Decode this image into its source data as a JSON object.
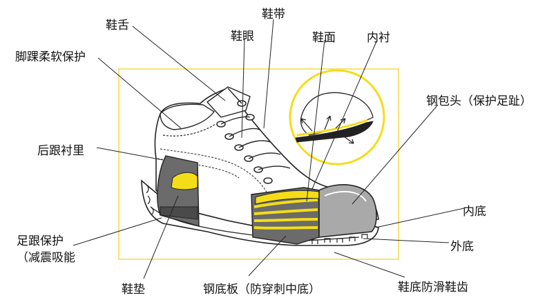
{
  "labels": {
    "tongue": "鞋舌",
    "ankle_protection": "脚踝柔软保护",
    "eyelet": "鞋眼",
    "laces": "鞋带",
    "upper": "鞋面",
    "lining": "内衬",
    "steel_toe": "钢包头（保护足趾）",
    "heel_lining": "后跟衬里",
    "insole": "内底",
    "heel_protection_line1": "足跟保护",
    "heel_protection_line2": "（减震吸能",
    "outsole": "外底",
    "insole_pad": "鞋垫",
    "steel_midsole": "钢底板（防穿刺中底）",
    "anti_slip_tread": "鞋底防滑鞋齿"
  },
  "colors": {
    "frame": "#f7e27a",
    "highlight_yellow": "#f4dd18",
    "shoe_gray": "#6b6b6b",
    "steel_gray": "#a9a9a9",
    "outline": "#222222",
    "text": "#111111"
  }
}
